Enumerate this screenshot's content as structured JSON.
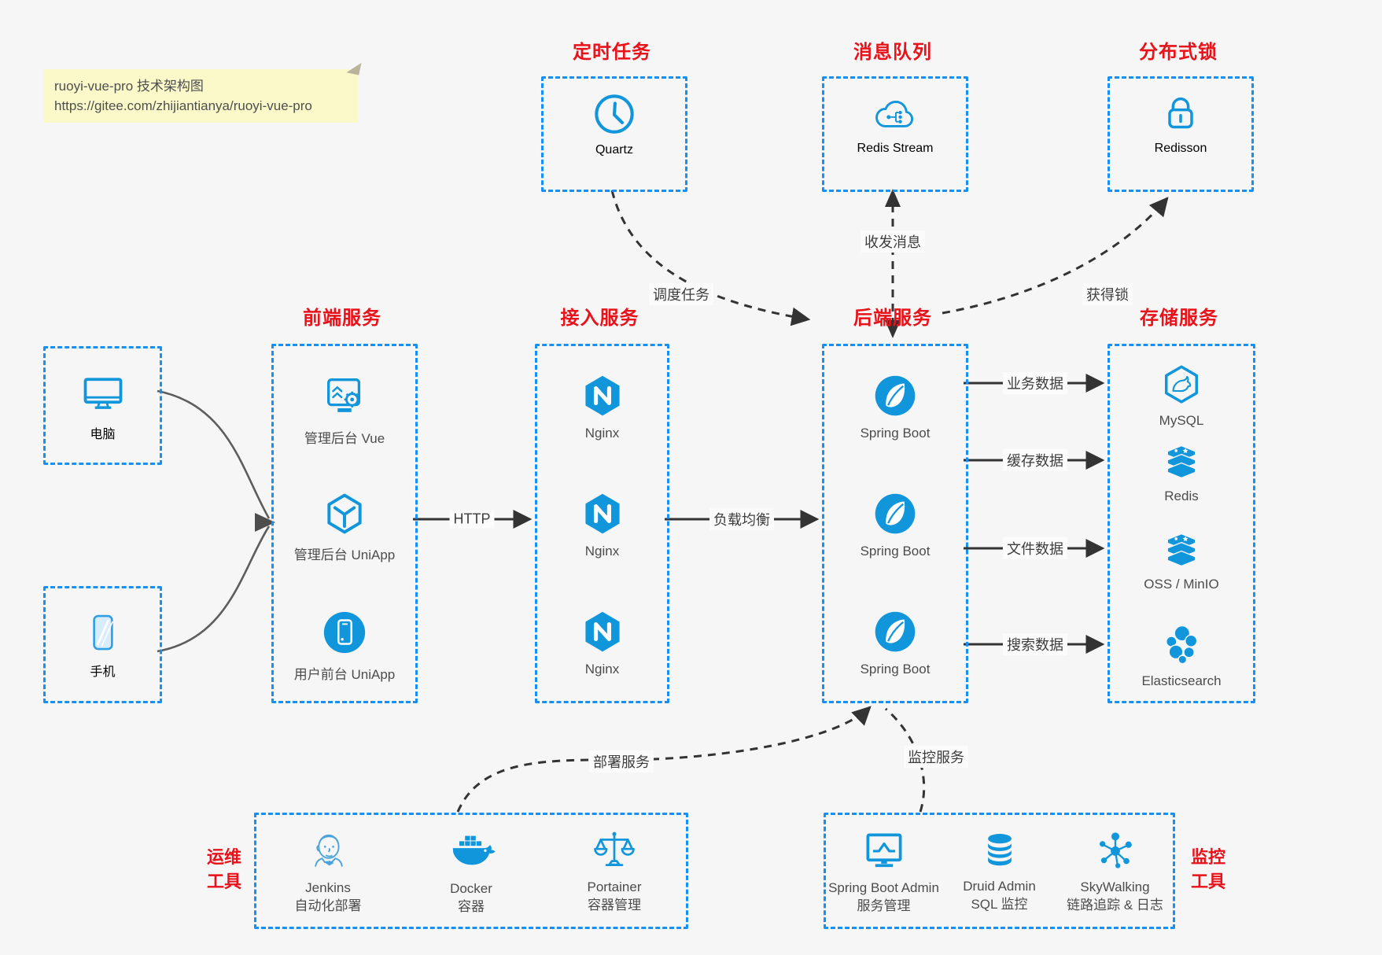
{
  "colors": {
    "page_bg": "#f6f6f6",
    "box_border_blue": "#1790f6",
    "icon_blue": "#1296db",
    "title_red": "#e8121a",
    "arrow_dark": "#333333",
    "note_bg": "#fbf9c9"
  },
  "note": {
    "line1": "ruoyi-vue-pro 技术架构图",
    "line2": "https://gitee.com/zhijiantianya/ruoyi-vue-pro"
  },
  "top_groups": [
    {
      "title": "定时任务",
      "item": {
        "label": "Quartz",
        "icon": "clock"
      }
    },
    {
      "title": "消息队列",
      "item": {
        "label": "Redis Stream",
        "icon": "cloud-network"
      }
    },
    {
      "title": "分布式锁",
      "item": {
        "label": "Redisson",
        "icon": "lock"
      }
    }
  ],
  "devices": [
    {
      "label": "电脑",
      "icon": "desktop"
    },
    {
      "label": "手机",
      "icon": "phone"
    }
  ],
  "service_columns": [
    {
      "title": "前端服务",
      "items": [
        {
          "label": "管理后台 Vue",
          "icon": "admin-vue"
        },
        {
          "label": "管理后台 UniApp",
          "icon": "uniapp-cube"
        },
        {
          "label": "用户前台 UniApp",
          "icon": "uniapp-app"
        }
      ]
    },
    {
      "title": "接入服务",
      "items": [
        {
          "label": "Nginx",
          "icon": "nginx"
        },
        {
          "label": "Nginx",
          "icon": "nginx"
        },
        {
          "label": "Nginx",
          "icon": "nginx"
        }
      ]
    },
    {
      "title": "后端服务",
      "items": [
        {
          "label": "Spring Boot",
          "icon": "spring-boot"
        },
        {
          "label": "Spring Boot",
          "icon": "spring-boot"
        },
        {
          "label": "Spring Boot",
          "icon": "spring-boot"
        }
      ]
    },
    {
      "title": "存储服务",
      "items": [
        {
          "label": "MySQL",
          "icon": "mysql"
        },
        {
          "label": "Redis",
          "icon": "redis"
        },
        {
          "label": "OSS / MinIO",
          "icon": "oss-minio"
        },
        {
          "label": "Elasticsearch",
          "icon": "elasticsearch"
        }
      ]
    }
  ],
  "bottom_groups": [
    {
      "side_label": [
        "运维",
        "工具"
      ],
      "items": [
        {
          "label": "Jenkins",
          "sublabel": "自动化部署",
          "icon": "jenkins"
        },
        {
          "label": "Docker",
          "sublabel": "容器",
          "icon": "docker"
        },
        {
          "label": "Portainer",
          "sublabel": "容器管理",
          "icon": "portainer-scales"
        }
      ]
    },
    {
      "side_label": [
        "监控",
        "工具"
      ],
      "items": [
        {
          "label": "Spring Boot Admin",
          "sublabel": "服务管理",
          "icon": "monitor-chart"
        },
        {
          "label": "Druid Admin",
          "sublabel": "SQL 监控",
          "icon": "database"
        },
        {
          "label": "SkyWalking",
          "sublabel": "链路追踪 & 日志",
          "icon": "network-graph"
        }
      ]
    }
  ],
  "edges": {
    "http": "HTTP",
    "load_balance": "负载均衡",
    "schedule_task": "调度任务",
    "send_receive_message": "收发消息",
    "acquire_lock": "获得锁",
    "business_data": "业务数据",
    "cache_data": "缓存数据",
    "file_data": "文件数据",
    "search_data": "搜索数据",
    "deploy_service": "部署服务",
    "monitor_service": "监控服务"
  }
}
